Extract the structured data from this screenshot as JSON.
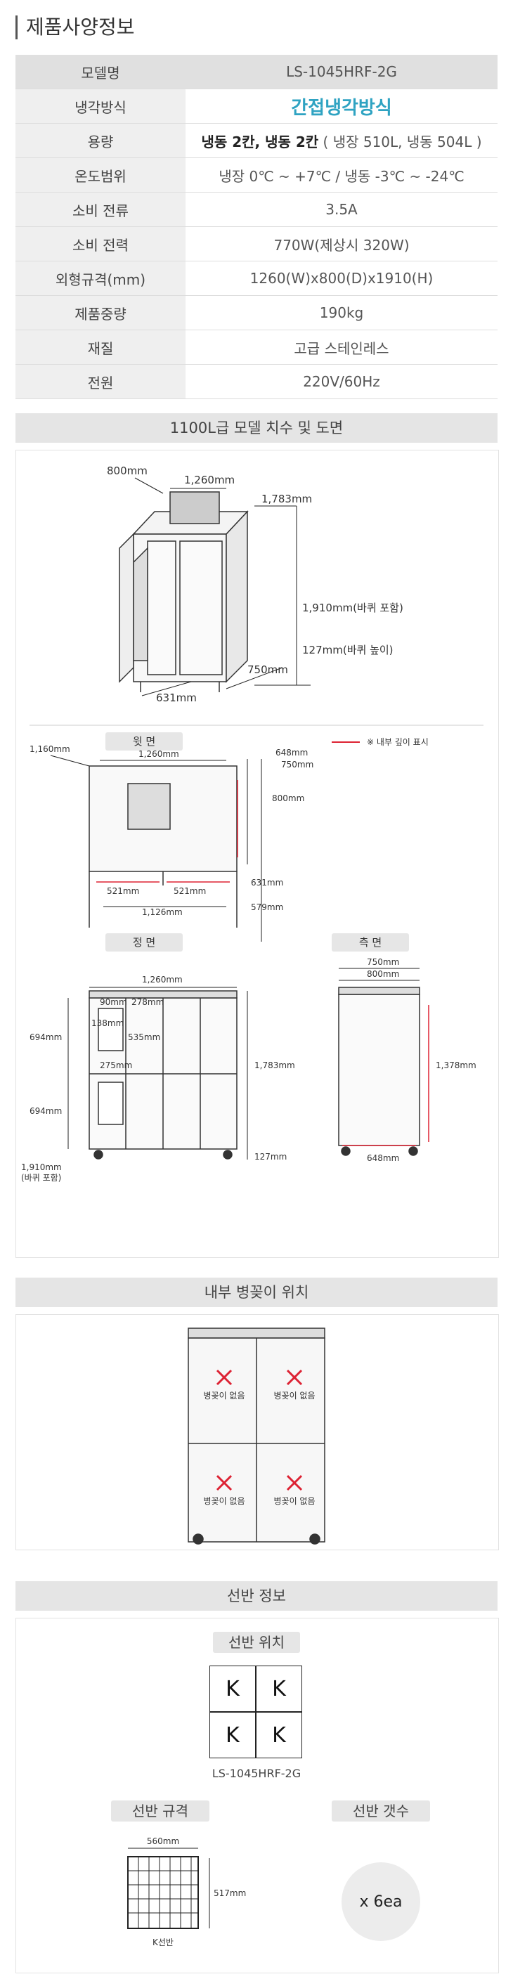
{
  "page": {
    "title": "제품사양정보"
  },
  "specs": {
    "model_key": "모델명",
    "model_val": "LS-1045HRF-2G",
    "cooling_key": "냉각방식",
    "cooling_val": "간접냉각방식",
    "capacity_key": "용량",
    "capacity_bold": "냉동 2칸, 냉동 2칸",
    "capacity_rest": " ( 냉장 510L, 냉동 504L )",
    "temp_key": "온도범위",
    "temp_val": "냉장 0℃ ~ +7℃ / 냉동 -3℃ ~ -24℃",
    "current_key": "소비 전류",
    "current_val": "3.5A",
    "power_key": "소비 전력",
    "power_val": "770W(제상시 320W)",
    "size_key": "외형규격(mm)",
    "size_val": "1260(W)x800(D)x1910(H)",
    "weight_key": "제품중량",
    "weight_val": "190kg",
    "material_key": "재질",
    "material_val": "고급 스테인레스",
    "voltage_key": "전원",
    "voltage_val": "220V/60Hz"
  },
  "dimensions": {
    "title": "1100L급 모델 치수 및 도면",
    "iso": {
      "d800": "800mm",
      "w1260": "1,260mm",
      "h1783": "1,783mm",
      "h1910": "1,910mm(바퀴 포함)",
      "h127": "127mm(바퀴 높이)",
      "d750": "750mm",
      "d631": "631mm"
    },
    "top": {
      "label": "윗 면",
      "legend": "※ 내부 깊이 표시",
      "w1160": "1,160mm",
      "w1260": "1,260mm",
      "d648": "648mm",
      "d750": "750mm",
      "d800": "800mm",
      "w521a": "521mm",
      "w521b": "521mm",
      "w1126": "1,126mm",
      "d631": "631mm",
      "d579": "579mm"
    },
    "front": {
      "label": "정 면",
      "w1260": "1,260mm",
      "h694a": "694mm",
      "h694b": "694mm",
      "h1783": "1,783mm",
      "h127": "127mm",
      "h1910": "1,910mm",
      "h1910b": "(바퀴 포함)",
      "s90": "90mm",
      "s278": "278mm",
      "s138": "138mm",
      "s535": "535mm",
      "s275": "275mm"
    },
    "side": {
      "label": "측 면",
      "d750": "750mm",
      "d800": "800mm",
      "h1378": "1,378mm",
      "d648": "648mm"
    }
  },
  "bottle": {
    "title": "내부 병꽂이 위치",
    "none_label": "병꽂이 없음"
  },
  "shelf": {
    "title": "선반 정보",
    "position_label": "선반 위치",
    "grid": [
      "K",
      "K",
      "K",
      "K"
    ],
    "model": "LS-1045HRF-2G",
    "spec_label": "선반 규격",
    "count_label": "선반 갯수",
    "w560": "560mm",
    "h517": "517mm",
    "type": "K선반",
    "count": "x 6ea"
  }
}
